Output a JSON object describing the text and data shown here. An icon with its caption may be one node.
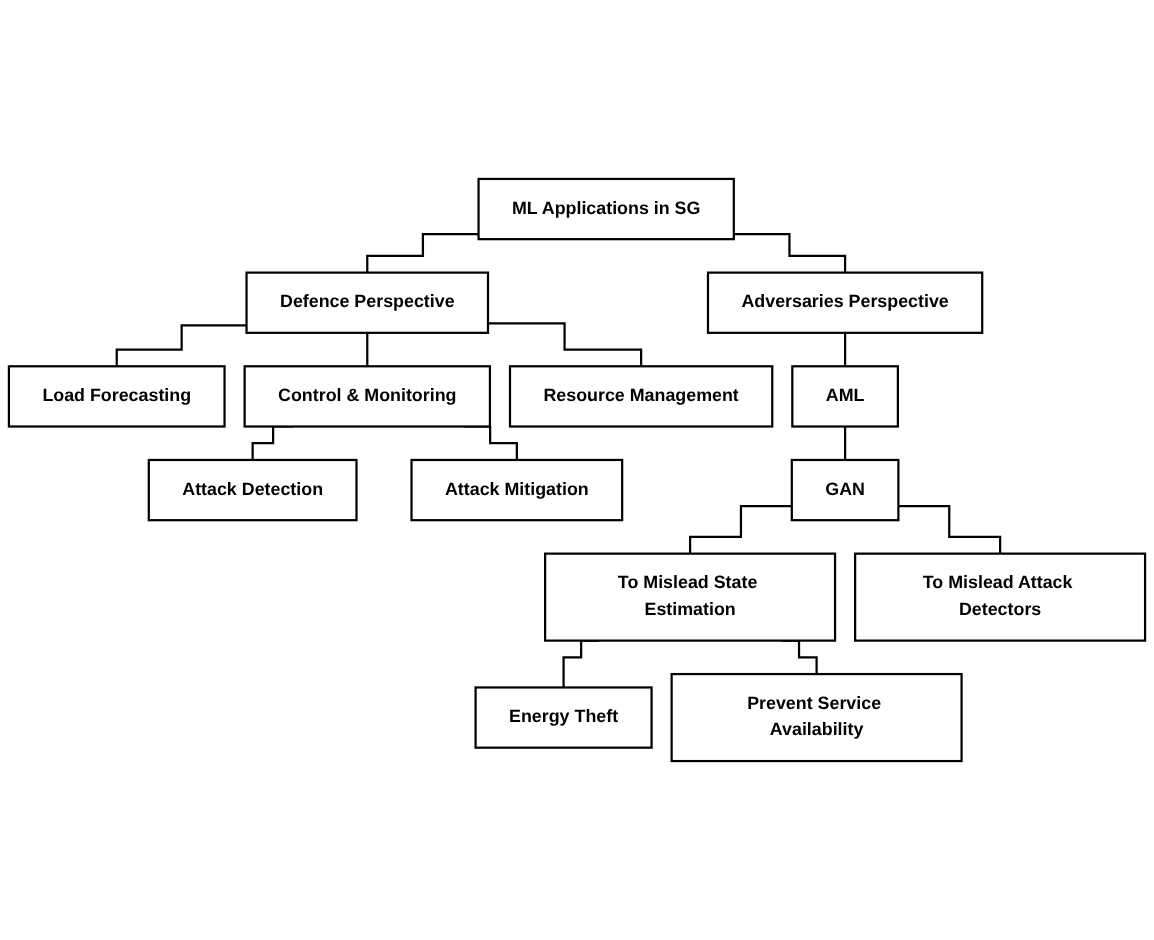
{
  "diagram": {
    "nodes": [
      {
        "text": [
          "ML Applications in SG"
        ]
      },
      {
        "text": [
          "Defence Perspective"
        ]
      },
      {
        "text": [
          "Adversaries Perspective"
        ]
      },
      {
        "text": [
          "Load Forecasting"
        ]
      },
      {
        "text": [
          "Control & Monitoring"
        ]
      },
      {
        "text": [
          "Resource Management"
        ]
      },
      {
        "text": [
          "Attack Detection"
        ]
      },
      {
        "text": [
          "Attack Mitigation"
        ]
      },
      {
        "text": [
          "AML"
        ]
      },
      {
        "text": [
          "GAN"
        ]
      },
      {
        "text": [
          "To Mislead State Estimation"
        ]
      },
      {
        "text": [
          "To Mislead Attack Detectors"
        ]
      },
      {
        "text": [
          "Energy Theft"
        ]
      },
      {
        "text": [
          "Prevent Service Availability"
        ]
      }
    ],
    "edges": [
      {
        "from": 0,
        "to": 1,
        "arrow": "none"
      },
      {
        "from": 0,
        "to": 2,
        "arrow": "none"
      },
      {
        "from": 1,
        "to": 3,
        "arrow": "none"
      },
      {
        "from": 1,
        "to": 4,
        "arrow": "none"
      },
      {
        "from": 1,
        "to": 5,
        "arrow": "none"
      },
      {
        "from": 4,
        "to": 6,
        "arrow": "none"
      },
      {
        "from": 4,
        "to": 7,
        "arrow": "none"
      },
      {
        "from": 2,
        "to": 8,
        "arrow": "none"
      },
      {
        "from": 8,
        "to": 9,
        "arrow": "none"
      },
      {
        "from": 9,
        "to": 10,
        "arrow": "none"
      },
      {
        "from": 9,
        "to": 11,
        "arrow": "none"
      },
      {
        "from": 10,
        "to": 12,
        "arrow": "none"
      },
      {
        "from": 10,
        "to": 13,
        "arrow": "none"
      }
    ]
  }
}
